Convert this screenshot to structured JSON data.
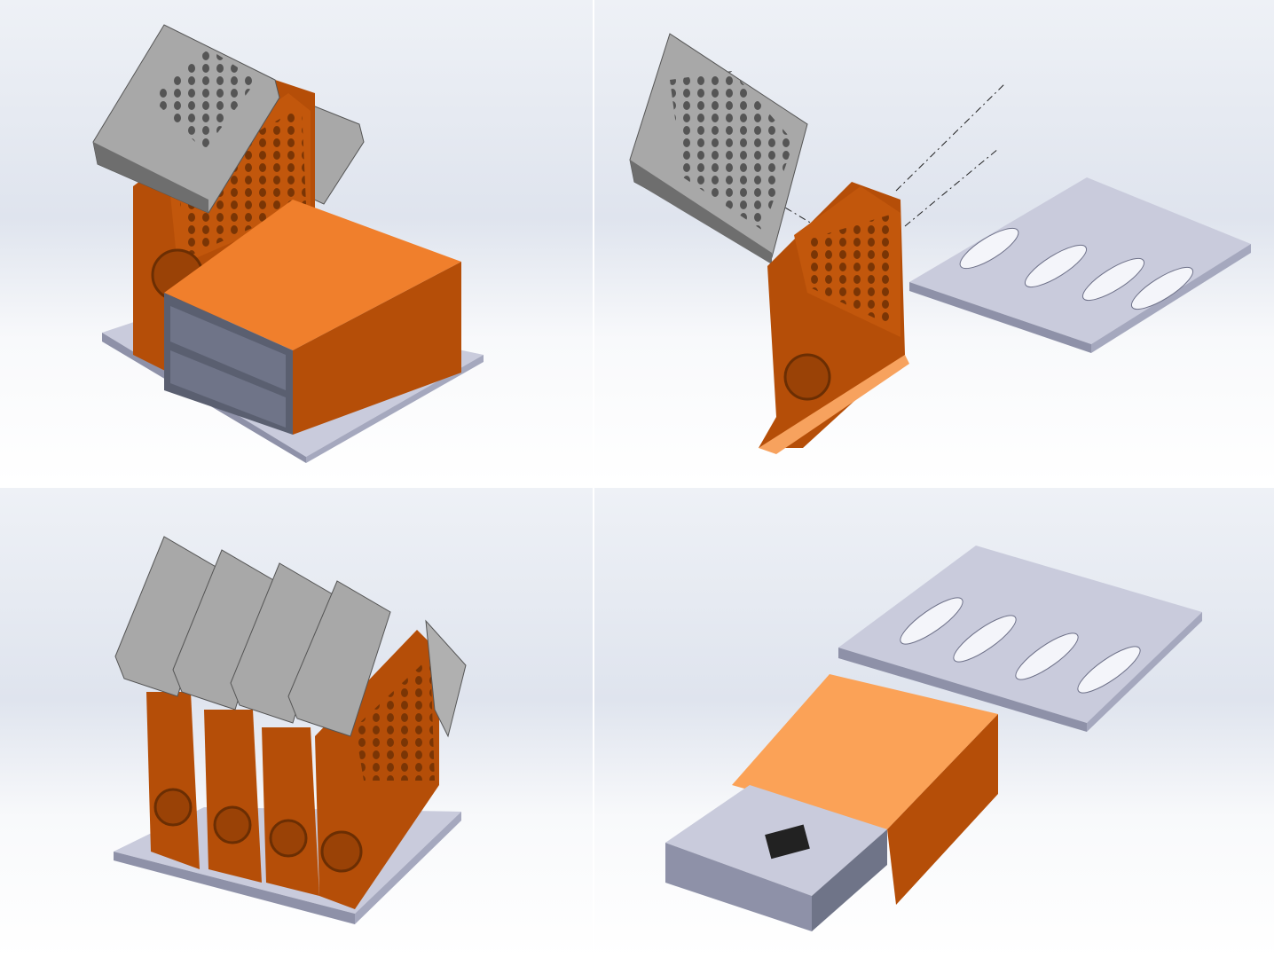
{
  "colors": {
    "orange_light": "#f07f2c",
    "orange_dark": "#b54e08",
    "orange_top": "#fba257",
    "tile_gray": "#a8a8a8",
    "tile_dark": "#6e6e6e",
    "plate_light": "#c9cbdc",
    "plate_dark": "#8e91a8",
    "background_light": "#ffffff",
    "background_blue": "#dfe4ee"
  },
  "panels": [
    {
      "view": "assembled-single-stand-with-drawer-box"
    },
    {
      "view": "exploded-stand-tile-and-base-plate"
    },
    {
      "view": "assembled-four-stands-on-base"
    },
    {
      "view": "exploded-drawer-box-and-base-plate"
    }
  ]
}
